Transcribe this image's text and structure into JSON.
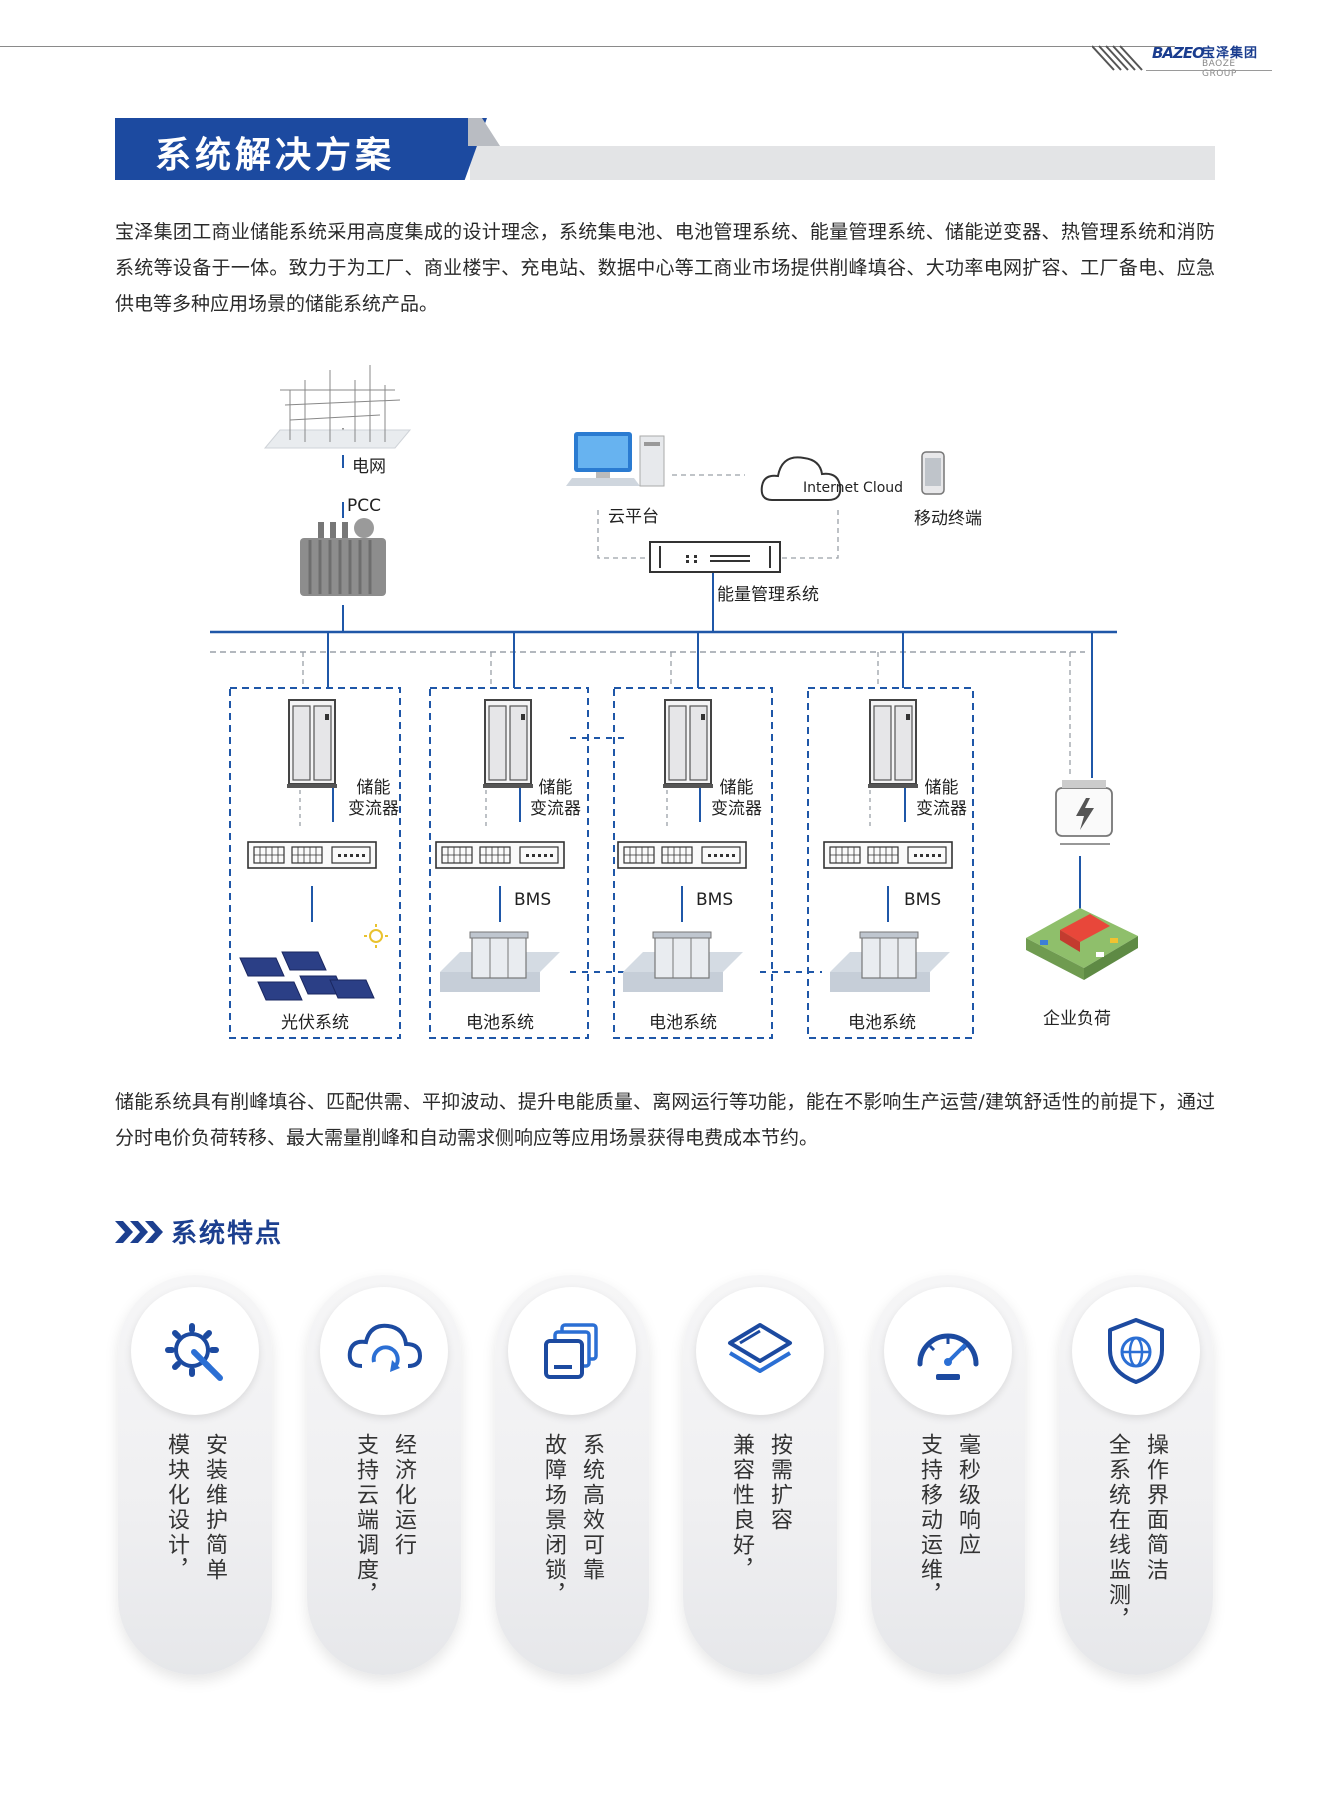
{
  "brand": {
    "mark": "BAZEO",
    "name_cn": "宝泽集团",
    "name_en": "BAOZE GROUP"
  },
  "section_title": "系统解决方案",
  "intro": "宝泽集团工商业储能系统采用高度集成的设计理念，系统集电池、电池管理系统、能量管理系统、储能逆变器、热管理系统和消防系统等设备于一体。致力于为工厂、商业楼宇、充电站、数据中心等工商业市场提供削峰填谷、大功率电网扩容、工厂备电、应急供电等多种应用场景的储能系统产品。",
  "diagram": {
    "grid": "电网",
    "pcc": "PCC",
    "cloud_platform": "云平台",
    "internet_cloud": "Internet Cloud",
    "mobile": "移动终端",
    "ems": "能量管理系统",
    "pcs_line1": "储能",
    "pcs_line2": "变流器",
    "bms": "BMS",
    "pv_system": "光伏系统",
    "battery_system": "电池系统",
    "enterprise_load": "企业负荷"
  },
  "summary": "储能系统具有削峰填谷、匹配供需、平抑波动、提升电能质量、离网运行等功能，能在不影响生产运营/建筑舒适性的前提下，通过分时电价负荷转移、最大需量削峰和自动需求侧响应等应用场景获得电费成本节约。",
  "features_title": "系统特点",
  "features": [
    {
      "icon": "gear-wrench-icon",
      "col1": "安装维护简单",
      "col2": "模块化设计，"
    },
    {
      "icon": "cloud-sync-icon",
      "col1": "经济化运行",
      "col2": "支持云端调度，"
    },
    {
      "icon": "stacked-windows-icon",
      "col1": "系统高效可靠",
      "col2": "故障场景闭锁，"
    },
    {
      "icon": "layers-icon",
      "col1": "按需扩容",
      "col2": "兼容性良好，"
    },
    {
      "icon": "speedometer-icon",
      "col1": "毫秒级响应",
      "col2": "支持移动运维，"
    },
    {
      "icon": "shield-globe-icon",
      "col1": "操作界面简洁",
      "col2": "全系统在线监测，"
    }
  ],
  "colors": {
    "brand_blue": "#1c4aa0",
    "line_blue": "#1f57a8",
    "dashed_gray": "#9aa0a8"
  }
}
